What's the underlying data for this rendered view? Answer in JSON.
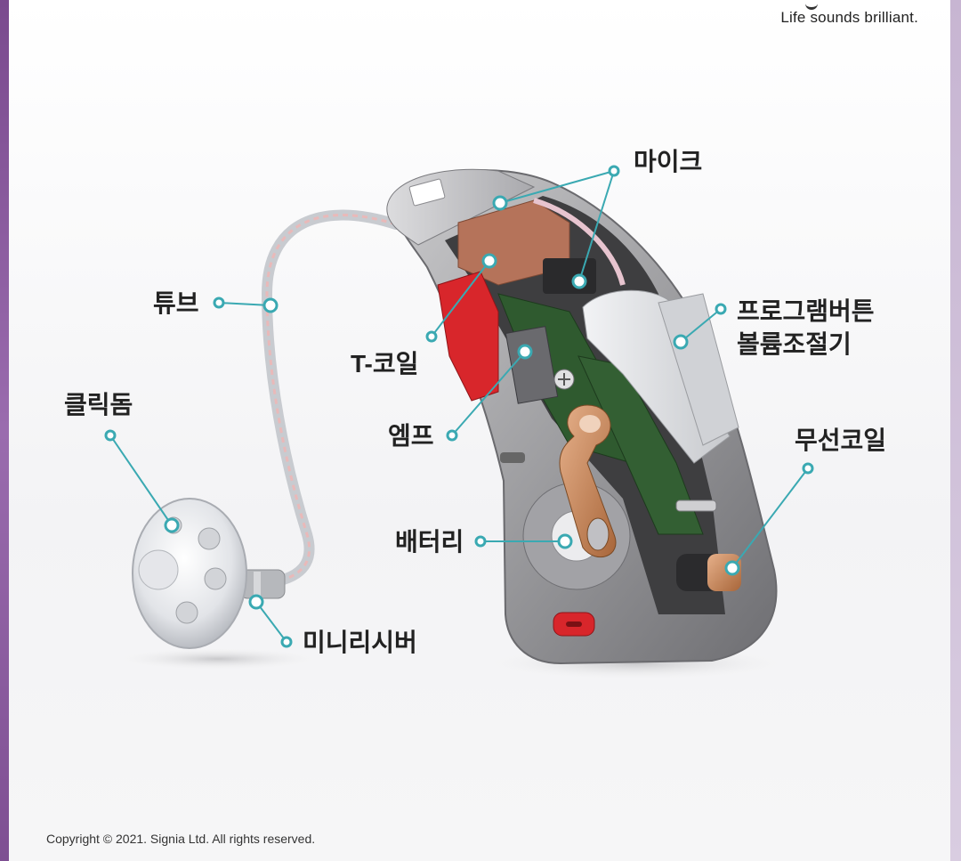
{
  "header": {
    "tagline": "Life sounds brilliant."
  },
  "footer": {
    "copyright": "Copyright © 2021. Signia Ltd. All rights reserved."
  },
  "labels": {
    "mic": "마이크",
    "tube": "튜브",
    "program_button_line1": "프로그램버튼",
    "program_button_line2": "볼륨조절기",
    "tcoil": "T-코일",
    "click_dome": "클릭돔",
    "amp": "엠프",
    "wireless_coil": "무선코일",
    "battery": "배터리",
    "mini_receiver": "미니리시버"
  },
  "colors": {
    "callout": "#3aa9b2",
    "shell": "#9a9a9c",
    "pcb": "#2f5a2f",
    "copper": "#c98a5a",
    "red_part": "#d8262b",
    "frame_accent": "#8a5aa0"
  }
}
